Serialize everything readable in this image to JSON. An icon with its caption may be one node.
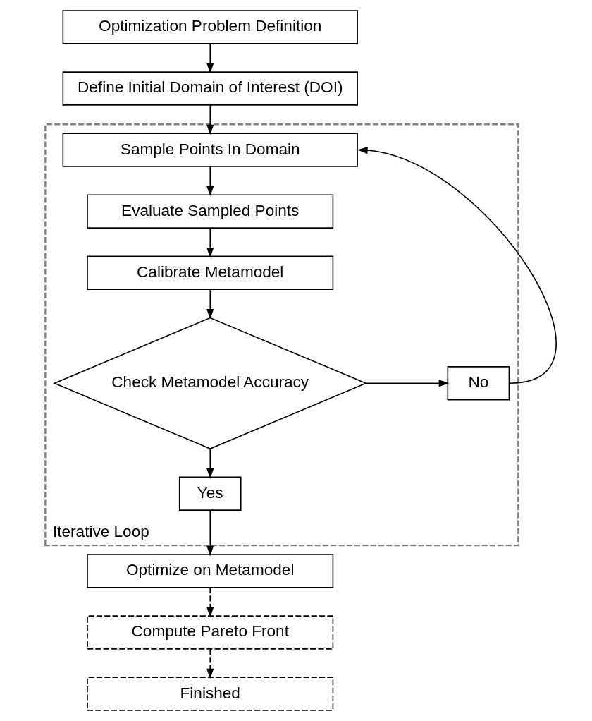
{
  "diagram": {
    "nodes": [
      {
        "text": [
          "Optimization Problem Definition"
        ]
      },
      {
        "text": [
          "Define Initial Domain of Interest (DOI)"
        ]
      },
      {
        "text": [
          "Iterative Loop"
        ]
      },
      {
        "text": [
          "Sample Points In Domain"
        ],
        "in": 2
      },
      {
        "text": [
          "Evaluate Sampled Points"
        ],
        "in": 2
      },
      {
        "text": [
          "Calibrate Metamodel"
        ],
        "in": 2
      },
      {
        "text": [
          "Check Metamodel Accuracy"
        ],
        "in": 2
      },
      {
        "text": [
          "No"
        ],
        "in": 2
      },
      {
        "text": [
          "Yes"
        ],
        "in": 2
      },
      {
        "text": [
          "Optimize on Metamodel"
        ]
      },
      {
        "text": [
          "Compute Pareto Front"
        ]
      },
      {
        "text": [
          "Finished"
        ]
      }
    ],
    "edges": [
      {
        "from": 0,
        "to": 1,
        "arrow": "to"
      },
      {
        "from": 1,
        "to": 3,
        "arrow": "to"
      },
      {
        "from": 3,
        "to": 4,
        "arrow": "to"
      },
      {
        "from": 4,
        "to": 5,
        "arrow": "to"
      },
      {
        "from": 5,
        "to": 6,
        "arrow": "to"
      },
      {
        "from": 6,
        "to": 7,
        "arrow": "to"
      },
      {
        "from": 7,
        "to": 3,
        "arrow": "to"
      },
      {
        "from": 6,
        "to": 8,
        "arrow": "to"
      },
      {
        "from": 8,
        "to": 9,
        "arrow": "to"
      },
      {
        "from": 9,
        "to": 10,
        "arrow": "to",
        "style": "dashed"
      },
      {
        "from": 10,
        "to": 11,
        "arrow": "to",
        "style": "dashed"
      }
    ]
  }
}
